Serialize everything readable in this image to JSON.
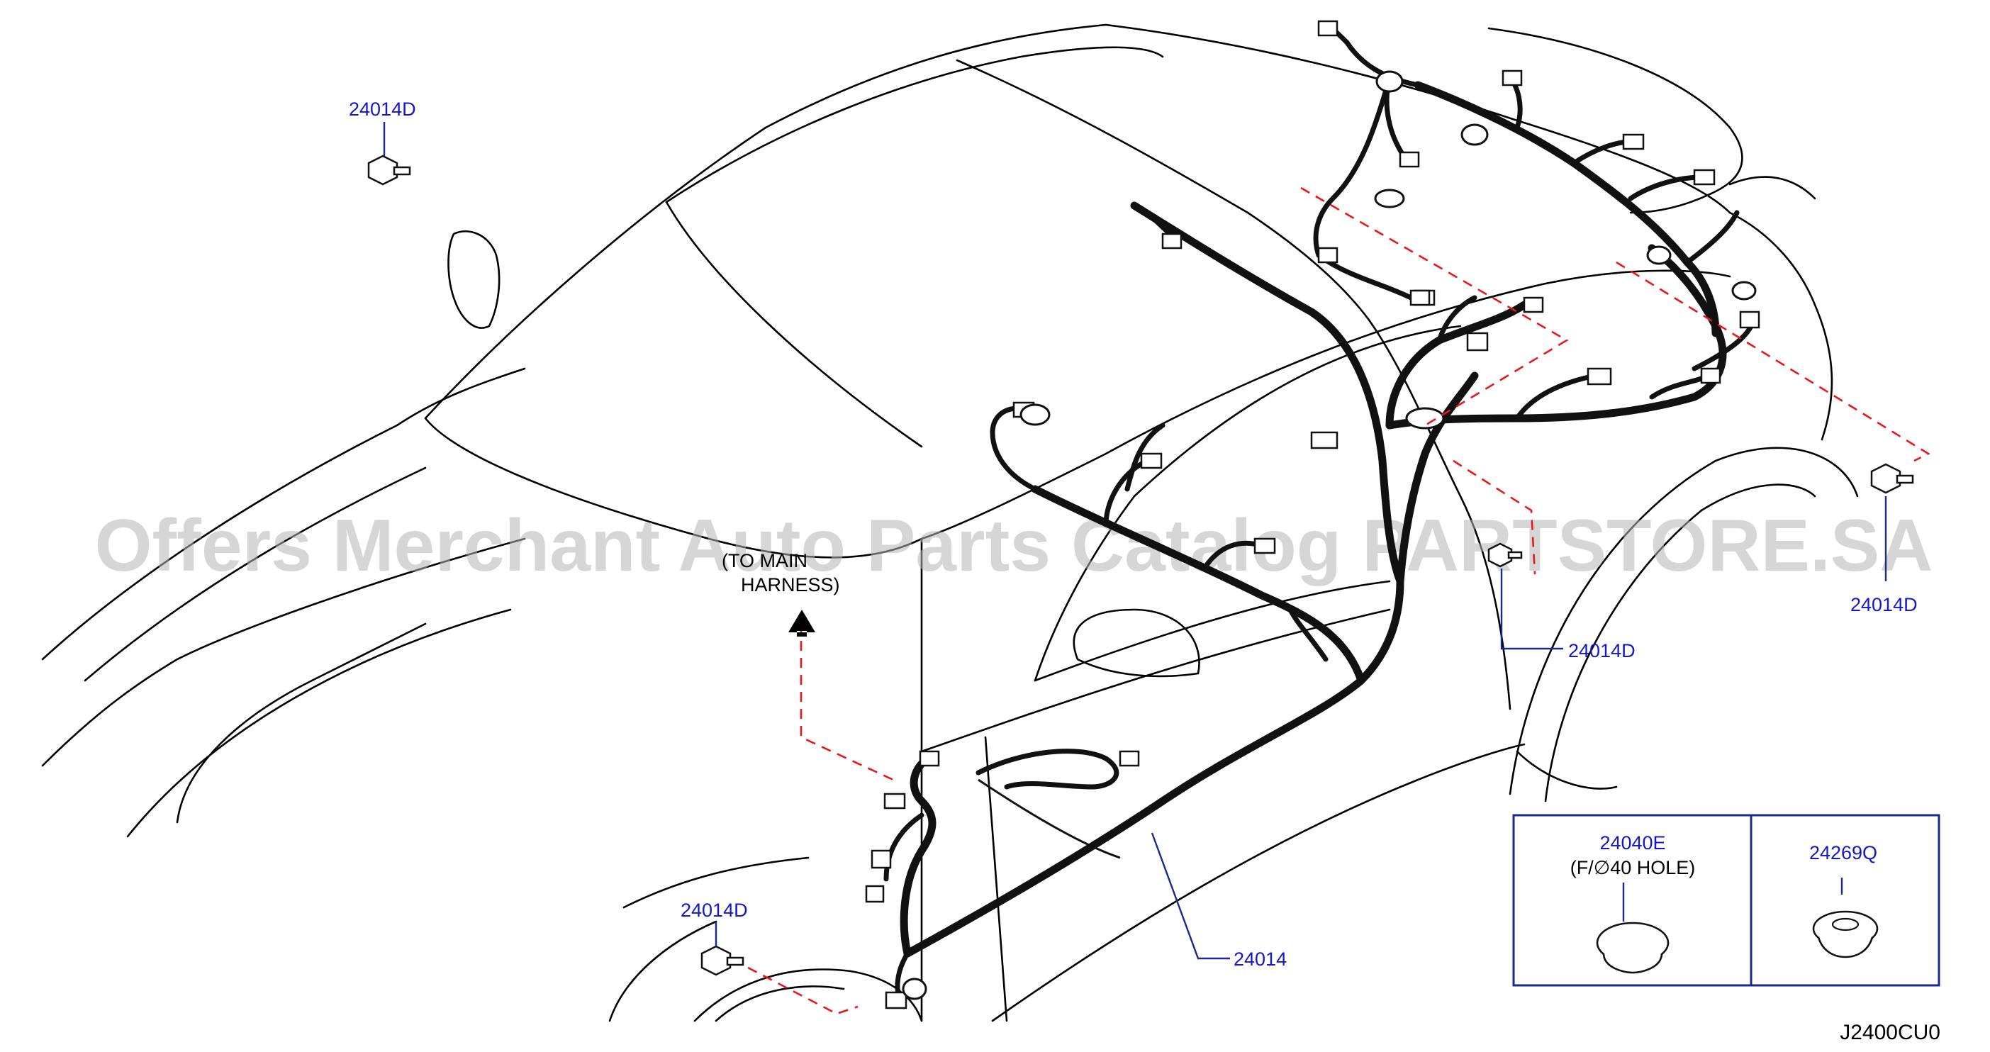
{
  "watermark": "Offers Merchant Auto Parts Catalog PARTSTORE.SA",
  "note": {
    "line1": "(TO MAIN",
    "line2": "HARNESS)"
  },
  "callouts": {
    "bolt_top": "24014D",
    "bolt_right": "24014D",
    "bolt_middle": "24014D",
    "bolt_bottom": "24014D",
    "harness": "24014"
  },
  "parts_box": {
    "grommet_part": "24040E",
    "grommet_note": "(F/∅40   HOLE)",
    "clip_part": "24269Q"
  },
  "diagram_code": "J2400CU0",
  "colors": {
    "callout_text": "#1418c8",
    "leader_line": "#1a2a8c",
    "dashed_line": "#e8171b",
    "watermark": "#b5b5b5"
  }
}
